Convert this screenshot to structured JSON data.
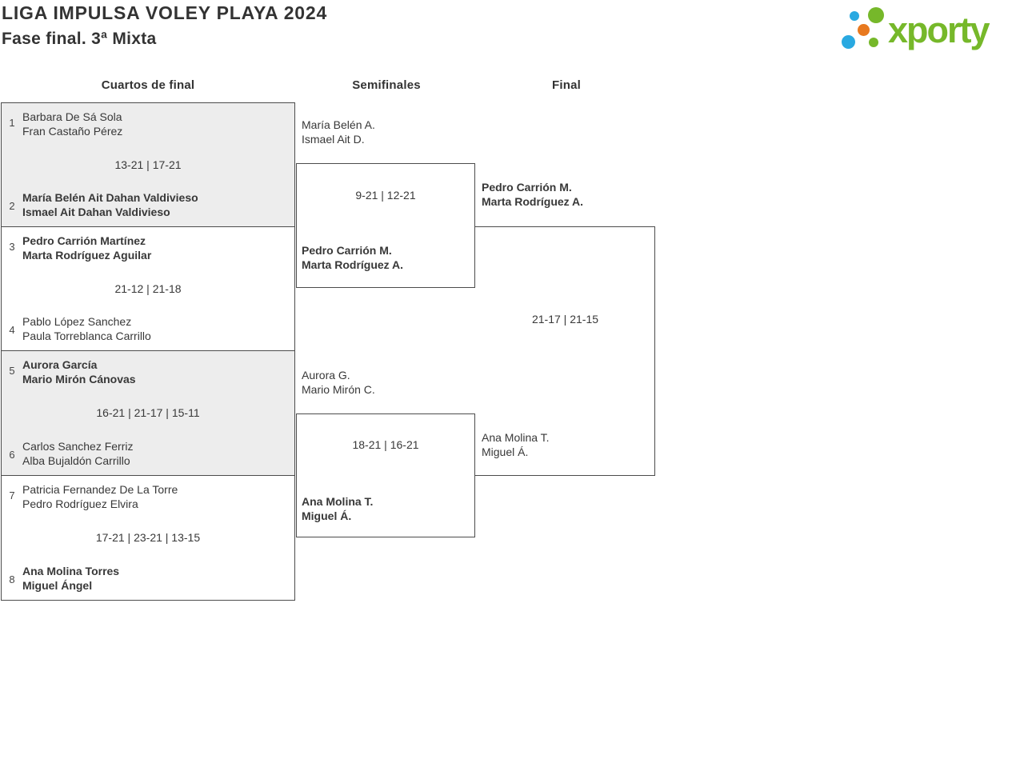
{
  "header": {
    "title": "LIGA IMPULSA VOLEY PLAYA 2024",
    "subtitle": "Fase final. 3ª Mixta"
  },
  "logo": {
    "text": "xporty",
    "colors": {
      "green": "#76b82a",
      "blue": "#29a9e1",
      "orange": "#e8791f"
    }
  },
  "columns": {
    "quarterfinals": "Cuartos de final",
    "semifinals": "Semifinales",
    "final": "Final"
  },
  "bracket": {
    "quarterfinals": [
      {
        "seed_a": "1",
        "team_a": [
          "Barbara De Sá Sola",
          "Fran Castaño Pérez"
        ],
        "a_winner": false,
        "score": "13-21 | 17-21",
        "seed_b": "2",
        "team_b": [
          "María Belén Ait Dahan Valdivieso",
          "Ismael Ait Dahan Valdivieso"
        ],
        "b_winner": true
      },
      {
        "seed_a": "3",
        "team_a": [
          "Pedro Carrión Martínez",
          "Marta Rodríguez Aguilar"
        ],
        "a_winner": true,
        "score": "21-12 | 21-18",
        "seed_b": "4",
        "team_b": [
          "Pablo López Sanchez",
          "Paula Torreblanca Carrillo"
        ],
        "b_winner": false
      },
      {
        "seed_a": "5",
        "team_a": [
          "Aurora García",
          "Mario Mirón Cánovas"
        ],
        "a_winner": true,
        "score": "16-21 | 21-17 | 15-11",
        "seed_b": "6",
        "team_b": [
          "Carlos Sanchez Ferriz",
          "Alba Bujaldón Carrillo"
        ],
        "b_winner": false
      },
      {
        "seed_a": "7",
        "team_a": [
          "Patricia Fernandez De La Torre",
          "Pedro Rodríguez Elvira"
        ],
        "a_winner": false,
        "score": "17-21 | 23-21 | 13-15",
        "seed_b": "8",
        "team_b": [
          "Ana Molina Torres",
          "Miguel Ángel"
        ],
        "b_winner": true
      }
    ],
    "semifinals": [
      {
        "team_a": [
          "María Belén A.",
          "Ismael Ait D."
        ],
        "a_winner": false,
        "score": "9-21 | 12-21",
        "team_b": [
          "Pedro Carrión M.",
          "Marta Rodríguez A."
        ],
        "b_winner": true
      },
      {
        "team_a": [
          "Aurora G.",
          "Mario Mirón C."
        ],
        "a_winner": false,
        "score": "18-21 | 16-21",
        "team_b": [
          "Ana Molina T.",
          "Miguel Á."
        ],
        "b_winner": true
      }
    ],
    "final": {
      "team_a": [
        "Pedro Carrión M.",
        "Marta Rodríguez A."
      ],
      "a_winner": true,
      "score": "21-17 | 21-15",
      "team_b": [
        "Ana Molina T.",
        "Miguel Á."
      ],
      "b_winner": false
    }
  },
  "theme": {
    "text_color": "#383838",
    "border_color": "#4c4c4c",
    "shaded_row_bg": "#ededed"
  }
}
